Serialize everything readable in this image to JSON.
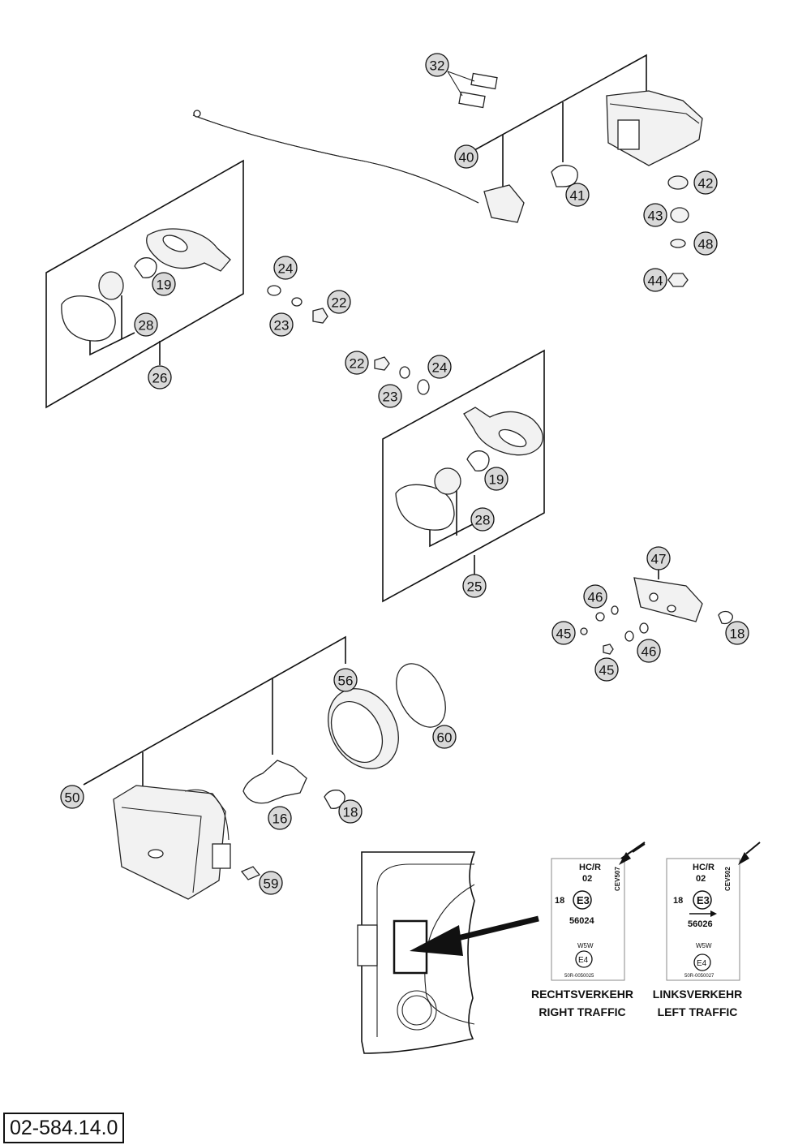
{
  "drawing_code": "02-584.14.0",
  "callouts": [
    {
      "id": "c32",
      "text": "32"
    },
    {
      "id": "c40",
      "text": "40"
    },
    {
      "id": "c41",
      "text": "41"
    },
    {
      "id": "c42",
      "text": "42"
    },
    {
      "id": "c43",
      "text": "43"
    },
    {
      "id": "c48",
      "text": "48"
    },
    {
      "id": "c44",
      "text": "44"
    },
    {
      "id": "c24a",
      "text": "24"
    },
    {
      "id": "c22a",
      "text": "22"
    },
    {
      "id": "c23a",
      "text": "23"
    },
    {
      "id": "c19a",
      "text": "19"
    },
    {
      "id": "c28a",
      "text": "28"
    },
    {
      "id": "c26",
      "text": "26"
    },
    {
      "id": "c22b",
      "text": "22"
    },
    {
      "id": "c24b",
      "text": "24"
    },
    {
      "id": "c23b",
      "text": "23"
    },
    {
      "id": "c19b",
      "text": "19"
    },
    {
      "id": "c28b",
      "text": "28"
    },
    {
      "id": "c25",
      "text": "25"
    },
    {
      "id": "c47",
      "text": "47"
    },
    {
      "id": "c46a",
      "text": "46"
    },
    {
      "id": "c45a",
      "text": "45"
    },
    {
      "id": "c46b",
      "text": "46"
    },
    {
      "id": "c45b",
      "text": "45"
    },
    {
      "id": "c18a",
      "text": "18"
    },
    {
      "id": "c56",
      "text": "56"
    },
    {
      "id": "c60",
      "text": "60"
    },
    {
      "id": "c50",
      "text": "50"
    },
    {
      "id": "c16",
      "text": "16"
    },
    {
      "id": "c18b",
      "text": "18"
    },
    {
      "id": "c59",
      "text": "59"
    }
  ],
  "labels": {
    "right": {
      "code_top": "HC/R",
      "code_02": "02",
      "side_code": "CEV507",
      "num_left": "18",
      "mark": "E3",
      "approval": "56024",
      "sub_code": "W5W",
      "sub_mark": "E4",
      "sub_small": "50R-0050025",
      "caption_de": "RECHTSVERKEHR",
      "caption_en": "RIGHT TRAFFIC"
    },
    "left": {
      "code_top": "HC/R",
      "code_02": "02",
      "side_code": "CEV502",
      "num_left": "18",
      "mark": "E3",
      "approval": "56026",
      "sub_code": "W5W",
      "sub_mark": "E4",
      "sub_small": "50R-0050027",
      "caption_de": "LINKSVERKEHR",
      "caption_en": "LEFT TRAFFIC"
    }
  }
}
